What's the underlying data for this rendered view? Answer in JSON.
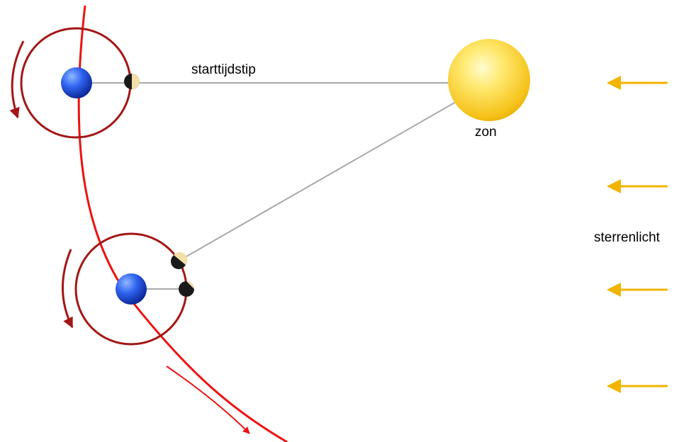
{
  "labels": {
    "start": "starttijdstip",
    "sun": "zon",
    "starlight": "sterrenlicht"
  },
  "colors": {
    "orbit": "#ee1111",
    "moon_orbit": "#a31616",
    "sun_light": "#fff4a0",
    "sun_dark": "#f0b800",
    "earth_light": "#6fa0ff",
    "earth_dark": "#0a2aa0",
    "starlight_arrow": "#f2b400",
    "sight_line": "#a8a8a8",
    "moon_dark": "#1a1a1a",
    "moon_light": "#f2dfa8"
  },
  "icons": {
    "sun": "sun-icon",
    "earth": "earth-icon",
    "moon": "moon-icon",
    "arrow": "arrow-icon"
  }
}
